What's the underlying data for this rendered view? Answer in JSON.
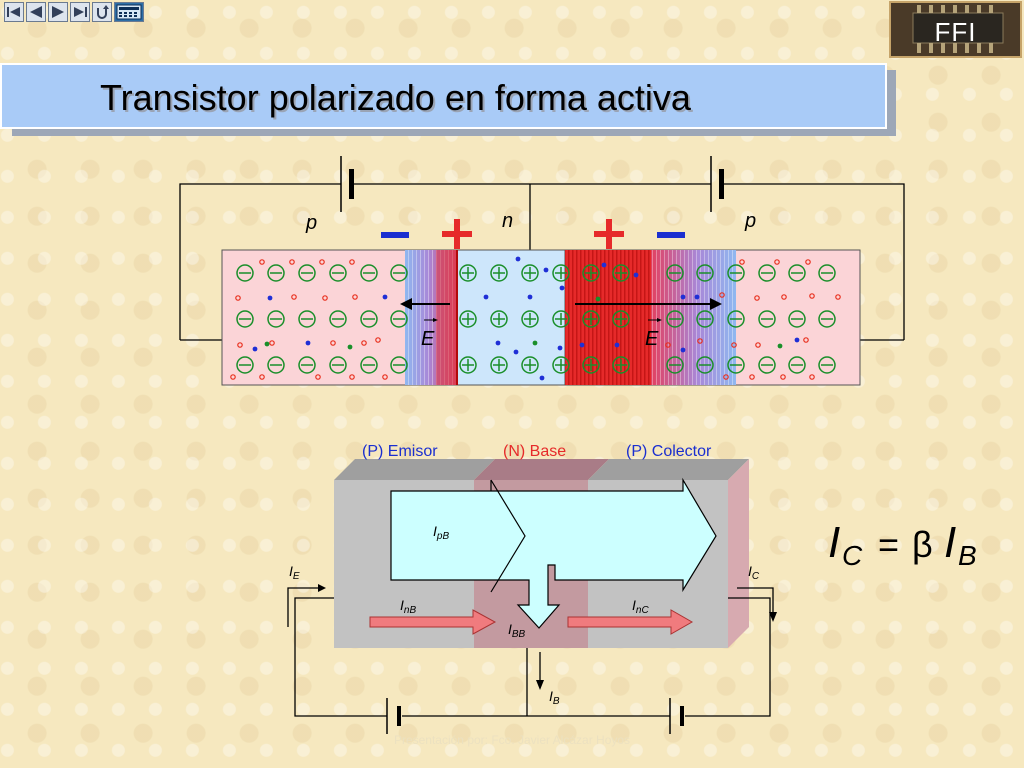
{
  "nav": {
    "buttons": [
      {
        "name": "first-slide-button",
        "icon": "first-icon"
      },
      {
        "name": "previous-slide-button",
        "icon": "previous-icon"
      },
      {
        "name": "next-slide-button",
        "icon": "next-icon"
      },
      {
        "name": "last-slide-button",
        "icon": "last-icon"
      },
      {
        "name": "return-button",
        "icon": "return-icon"
      },
      {
        "name": "calculator-button",
        "icon": "calculator-icon"
      }
    ]
  },
  "logo": {
    "text": "FFI"
  },
  "title": "Transistor polarizado en forma activa",
  "top_diagram": {
    "labels": {
      "p_left": "p",
      "n_mid": "n",
      "p_right": "p"
    },
    "signs": {
      "left_minus": "−",
      "left_plus": "+",
      "right_plus": "+",
      "right_minus": "−"
    },
    "field_label": "E"
  },
  "bottom_diagram": {
    "region_labels": {
      "emisor": "(P) Emisor",
      "base": "(N) Base",
      "colector": "(P) Colector"
    },
    "currents": {
      "IpB": {
        "main": "I",
        "sub": "pB"
      },
      "InB": {
        "main": "I",
        "sub": "nB"
      },
      "IBB": {
        "main": "I",
        "sub": "BB"
      },
      "InC": {
        "main": "I",
        "sub": "nC"
      },
      "IE": {
        "main": "I",
        "sub": "E"
      },
      "IC": {
        "main": "I",
        "sub": "C"
      },
      "IB": {
        "main": "I",
        "sub": "B"
      }
    }
  },
  "formula": {
    "lhs_main": "I",
    "lhs_sub": "C",
    "eq": "=",
    "beta": "β",
    "rhs_main": "I",
    "rhs_sub": "B"
  },
  "colors": {
    "title_bg": "#a9cbf7",
    "p_region": "#fbd4d7",
    "n_region": "#cde6fb",
    "depletion_red": "#e62a2a",
    "ion_green": "#1a8f2a",
    "hole_red": "#e8301e",
    "electron_blue": "#1f2fd6",
    "emitter_gray": "#c2c2c2",
    "base_mauve": "#c39aa0",
    "arrow_cyan": "#ccffff",
    "arrow_pink": "#f07b7e"
  },
  "footer": "Presentación por: Fco. Javier Alcázar Hoyos"
}
